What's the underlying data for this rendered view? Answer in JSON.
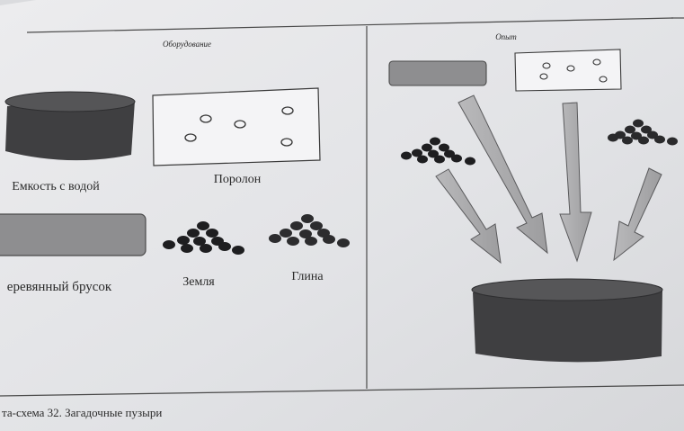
{
  "equipment": {
    "header": "Оборудование",
    "items": {
      "water_container": "Емкость с водой",
      "foam": "Поролон",
      "wooden_block": "еревянный брусок",
      "soil": "Земля",
      "clay": "Глина"
    }
  },
  "experiment": {
    "header": "Опыт"
  },
  "caption": "та-схема 32. Загадочные пузыри"
}
